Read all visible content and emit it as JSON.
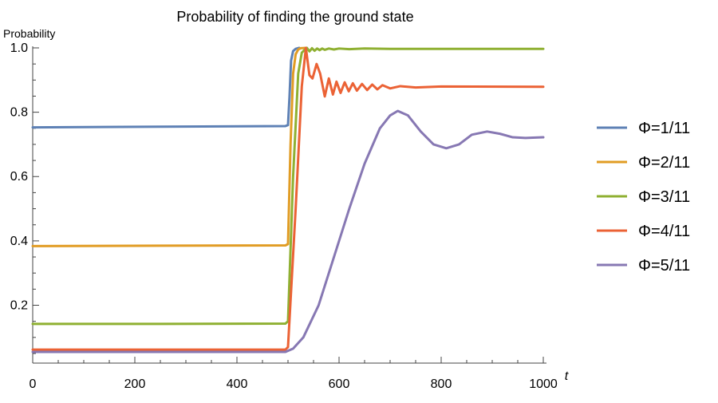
{
  "chart_data": {
    "type": "line",
    "title": "Probability of finding the ground state",
    "xlabel": "t",
    "ylabel": "Probability",
    "xlim": [
      0,
      1000
    ],
    "ylim": [
      0.035,
      1.0
    ],
    "x_ticks": [
      0,
      200,
      400,
      600,
      800,
      1000
    ],
    "y_ticks": [
      0.2,
      0.4,
      0.6,
      0.8,
      1.0
    ],
    "y_tick_labels": [
      "0.2",
      "0.4",
      "0.6",
      "0.8",
      "1.0"
    ],
    "grid": false,
    "legend_position": "right",
    "series": [
      {
        "name": "Φ=1/11",
        "color": "#5E81B5",
        "points": [
          [
            0,
            0.753
          ],
          [
            250,
            0.755
          ],
          [
            495,
            0.757
          ],
          [
            500,
            0.76
          ],
          [
            503,
            0.85
          ],
          [
            506,
            0.96
          ],
          [
            510,
            0.99
          ],
          [
            515,
            0.997
          ],
          [
            522,
            1.0
          ]
        ]
      },
      {
        "name": "Φ=2/11",
        "color": "#E19C24",
        "points": [
          [
            0,
            0.384
          ],
          [
            250,
            0.385
          ],
          [
            495,
            0.386
          ],
          [
            500,
            0.39
          ],
          [
            505,
            0.7
          ],
          [
            510,
            0.92
          ],
          [
            515,
            0.98
          ],
          [
            520,
            0.995
          ],
          [
            525,
            0.999
          ],
          [
            535,
            1.0
          ]
        ]
      },
      {
        "name": "Φ=3/11",
        "color": "#8FB032",
        "points": [
          [
            0,
            0.142
          ],
          [
            250,
            0.142
          ],
          [
            495,
            0.143
          ],
          [
            500,
            0.15
          ],
          [
            510,
            0.6
          ],
          [
            520,
            0.92
          ],
          [
            527,
            0.985
          ],
          [
            532,
            0.993
          ],
          [
            537,
            1.0
          ],
          [
            542,
            0.989
          ],
          [
            547,
            0.999
          ],
          [
            552,
            0.991
          ],
          [
            557,
            0.998
          ],
          [
            562,
            0.993
          ],
          [
            567,
            0.998
          ],
          [
            572,
            0.994
          ],
          [
            580,
            0.998
          ],
          [
            590,
            0.995
          ],
          [
            600,
            0.998
          ],
          [
            620,
            0.996
          ],
          [
            650,
            0.998
          ],
          [
            700,
            0.997
          ],
          [
            800,
            0.997
          ],
          [
            1000,
            0.997
          ]
        ]
      },
      {
        "name": "Φ=4/11",
        "color": "#EB6235",
        "points": [
          [
            0,
            0.062
          ],
          [
            250,
            0.062
          ],
          [
            495,
            0.062
          ],
          [
            500,
            0.07
          ],
          [
            515,
            0.5
          ],
          [
            527,
            0.88
          ],
          [
            535,
            1.0
          ],
          [
            542,
            0.915
          ],
          [
            548,
            0.905
          ],
          [
            556,
            0.95
          ],
          [
            563,
            0.92
          ],
          [
            572,
            0.849
          ],
          [
            580,
            0.905
          ],
          [
            588,
            0.855
          ],
          [
            595,
            0.895
          ],
          [
            603,
            0.86
          ],
          [
            611,
            0.893
          ],
          [
            619,
            0.865
          ],
          [
            627,
            0.89
          ],
          [
            635,
            0.867
          ],
          [
            645,
            0.888
          ],
          [
            655,
            0.869
          ],
          [
            665,
            0.886
          ],
          [
            675,
            0.871
          ],
          [
            685,
            0.884
          ],
          [
            700,
            0.874
          ],
          [
            720,
            0.881
          ],
          [
            750,
            0.877
          ],
          [
            800,
            0.88
          ],
          [
            1000,
            0.879
          ]
        ]
      },
      {
        "name": "Φ=5/11",
        "color": "#8778B3",
        "points": [
          [
            0,
            0.055
          ],
          [
            250,
            0.055
          ],
          [
            495,
            0.055
          ],
          [
            510,
            0.065
          ],
          [
            530,
            0.1
          ],
          [
            560,
            0.2
          ],
          [
            590,
            0.35
          ],
          [
            620,
            0.5
          ],
          [
            650,
            0.64
          ],
          [
            680,
            0.75
          ],
          [
            700,
            0.79
          ],
          [
            715,
            0.804
          ],
          [
            735,
            0.79
          ],
          [
            760,
            0.74
          ],
          [
            785,
            0.7
          ],
          [
            810,
            0.688
          ],
          [
            835,
            0.7
          ],
          [
            860,
            0.73
          ],
          [
            890,
            0.74
          ],
          [
            915,
            0.733
          ],
          [
            940,
            0.722
          ],
          [
            965,
            0.72
          ],
          [
            1000,
            0.722
          ]
        ]
      }
    ]
  }
}
